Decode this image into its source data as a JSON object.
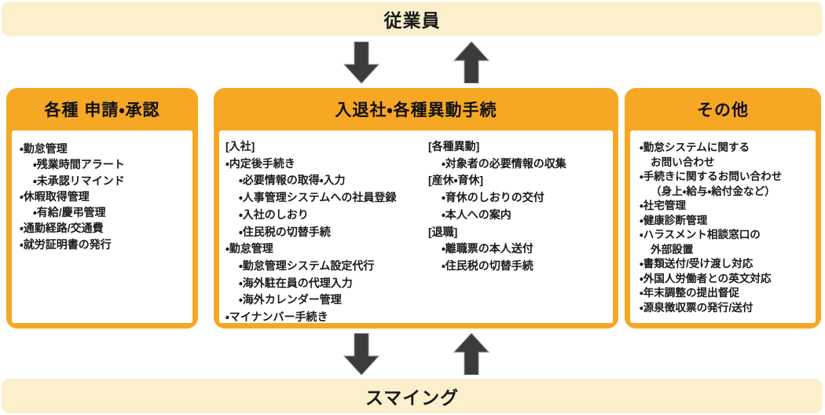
{
  "colors": {
    "orange": "#F6A724",
    "cream": "#FCF0CC",
    "arrow_gray": "#3B3B3B",
    "text": "#1A1A1A"
  },
  "top_banner": {
    "label": "従業員"
  },
  "bottom_banner": {
    "label": "スマイング"
  },
  "icons": {
    "top_down_arrow": "arrow-down",
    "top_up_arrow": "arrow-up",
    "bottom_down_arrow": "arrow-down",
    "bottom_up_arrow": "arrow-up"
  },
  "boxes": {
    "applications": {
      "title": "各種 申請・承認",
      "items": [
        {
          "t": "・勤怠管理",
          "i": 0
        },
        {
          "t": "・残業時間アラート",
          "i": 1
        },
        {
          "t": "・未承認リマインド",
          "i": 1
        },
        {
          "t": "・休暇取得管理",
          "i": 0
        },
        {
          "t": "・有給/慶弔管理",
          "i": 1
        },
        {
          "t": "・通勤経路/交通費",
          "i": 0
        },
        {
          "t": "・就労証明書の発行",
          "i": 0
        }
      ]
    },
    "onboarding": {
      "title": "入退社・各種異動手続",
      "columns": [
        {
          "items": [
            {
              "t": "[入社]",
              "i": 0
            },
            {
              "t": "・内定後手続き",
              "i": 0
            },
            {
              "t": "・必要情報の取得・入力",
              "i": 1
            },
            {
              "t": "・人事管理システムへの社員登録",
              "i": 1
            },
            {
              "t": "・入社のしおり",
              "i": 1
            },
            {
              "t": "・住民税の切替手続",
              "i": 1
            },
            {
              "t": "・勤怠管理",
              "i": 0
            },
            {
              "t": "・勤怠管理システム設定代行",
              "i": 1
            },
            {
              "t": "・海外駐在員の代理入力",
              "i": 1
            },
            {
              "t": "・海外カレンダー管理",
              "i": 1
            },
            {
              "t": "・マイナンバー手続き",
              "i": 0
            }
          ]
        },
        {
          "items": [
            {
              "t": "[各種異動]",
              "i": 0
            },
            {
              "t": "・対象者の必要情報の収集",
              "i": 1
            },
            {
              "t": "[産休・育休]",
              "i": 0
            },
            {
              "t": "・育休のしおりの交付",
              "i": 1
            },
            {
              "t": "・本人への案内",
              "i": 1
            },
            {
              "t": "[退職]",
              "i": 0
            },
            {
              "t": "・離職票の本人送付",
              "i": 1
            },
            {
              "t": "・住民税の切替手続",
              "i": 1
            }
          ]
        }
      ]
    },
    "others": {
      "title": "その他",
      "items": [
        {
          "t": "・勤怠システムに関する",
          "i": 0
        },
        {
          "t": "お問い合わせ",
          "i": 2
        },
        {
          "t": "・手続きに関するお問い合わせ",
          "i": 0
        },
        {
          "t": "（身上・給与・給付金など）",
          "i": 2
        },
        {
          "t": "・社宅管理",
          "i": 0
        },
        {
          "t": "・健康診断管理",
          "i": 0
        },
        {
          "t": "・ハラスメント相談窓口の",
          "i": 0
        },
        {
          "t": "外部設置",
          "i": 2
        },
        {
          "t": "・書類送付/受け渡し対応",
          "i": 0
        },
        {
          "t": "・外国人労働者との英文対応",
          "i": 0
        },
        {
          "t": "・年末調整の提出督促",
          "i": 0
        },
        {
          "t": "・源泉徴収票の発行/送付",
          "i": 0
        }
      ]
    }
  }
}
